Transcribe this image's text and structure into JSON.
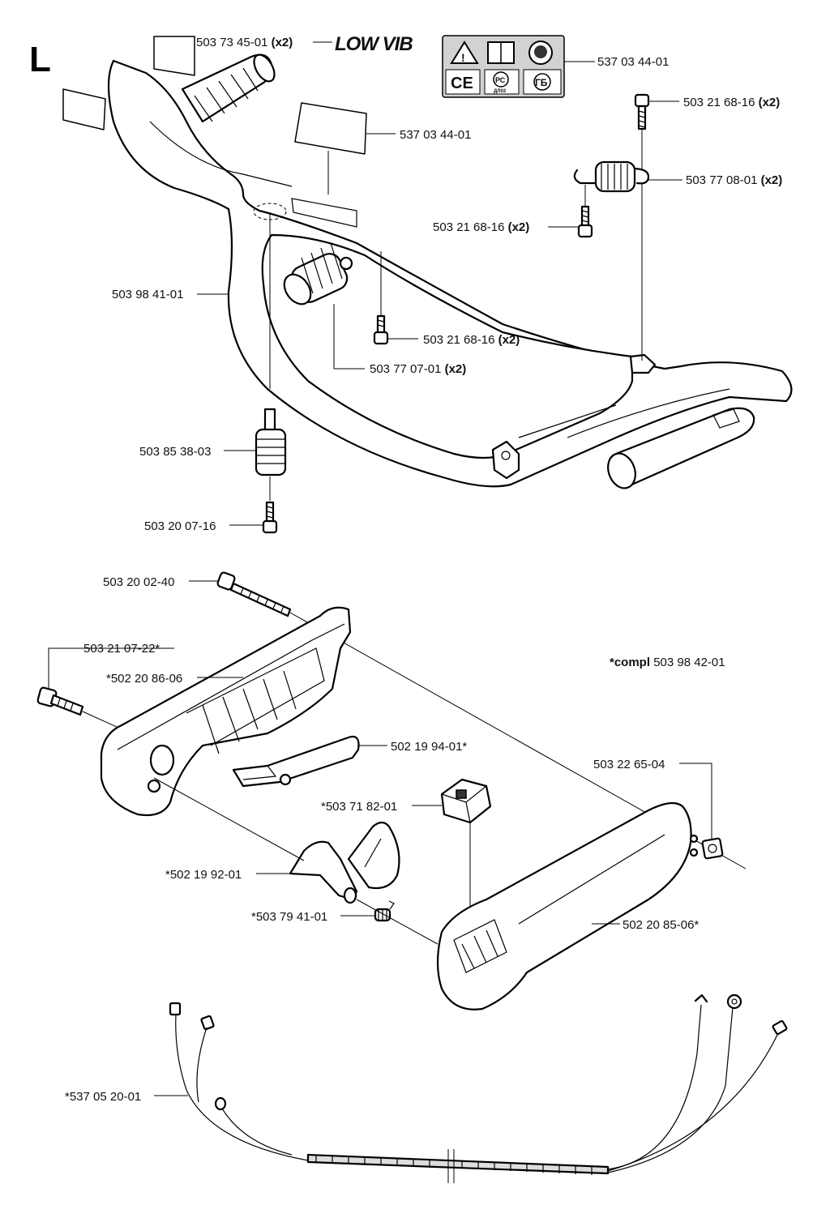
{
  "section_letter": "L",
  "logo_text": "LOW VIB",
  "labels": {
    "decal_lowvib": "503 73 45-01",
    "decal_lowvib_qty": "(x2)",
    "symbols_decal": "537 03 44-01",
    "blank_decal": "537 03 44-01",
    "screw_top": "503 21 68-16",
    "screw_top_qty": "(x2)",
    "spring_right": "503 77 08-01",
    "spring_right_qty": "(x2)",
    "screw_mid_right": "503 21 68-16",
    "screw_mid_right_qty": "(x2)",
    "handle_bar": "503 98 41-01",
    "screw_center": "503 21 68-16",
    "screw_center_qty": "(x2)",
    "spring_left": "503 77 07-01",
    "spring_left_qty": "(x2)",
    "damper": "503 85 38-03",
    "screw_damper": "503 20 07-16",
    "long_screw": "503 20 02-40",
    "screw_rear": "503 21 07-22*",
    "handle_half_left": "*502 20 86-06",
    "throttle_trigger": "502 19 94-01*",
    "compl_prefix": "*compl",
    "compl_number": "503 98 42-01",
    "nut": "503 22 65-04",
    "stop_switch": "*503 71 82-01",
    "throttle_lock": "*502 19 92-01",
    "trigger_spring": "*503 79 41-01",
    "handle_half_right": "502 20 85-06*",
    "wiring_harness": "*537 05 20-01"
  },
  "symbols": [
    "warning-icon",
    "manual-icon",
    "ear-protection-icon",
    "ce-mark",
    "pct-mark",
    "gost-mark"
  ],
  "symbol_text": {
    "ce": "CE",
    "pct": "РС",
    "pct_sub": "ДЛ02",
    "gost": "ГБ"
  }
}
